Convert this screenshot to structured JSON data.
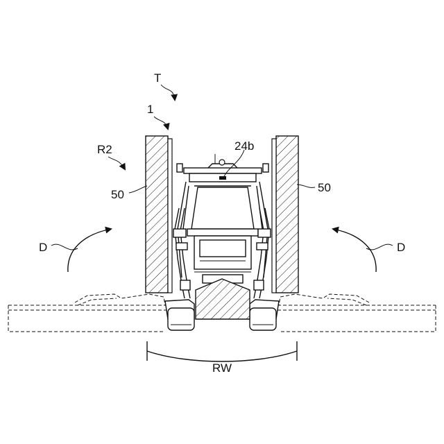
{
  "labels": {
    "T": "T",
    "one": "1",
    "R2": "R2",
    "ref24b": "24b",
    "fifty_left": "50",
    "fifty_right": "50",
    "D_left": "D",
    "D_right": "D",
    "RW": "RW"
  },
  "colors": {
    "line": "#111111",
    "background": "#ffffff"
  }
}
